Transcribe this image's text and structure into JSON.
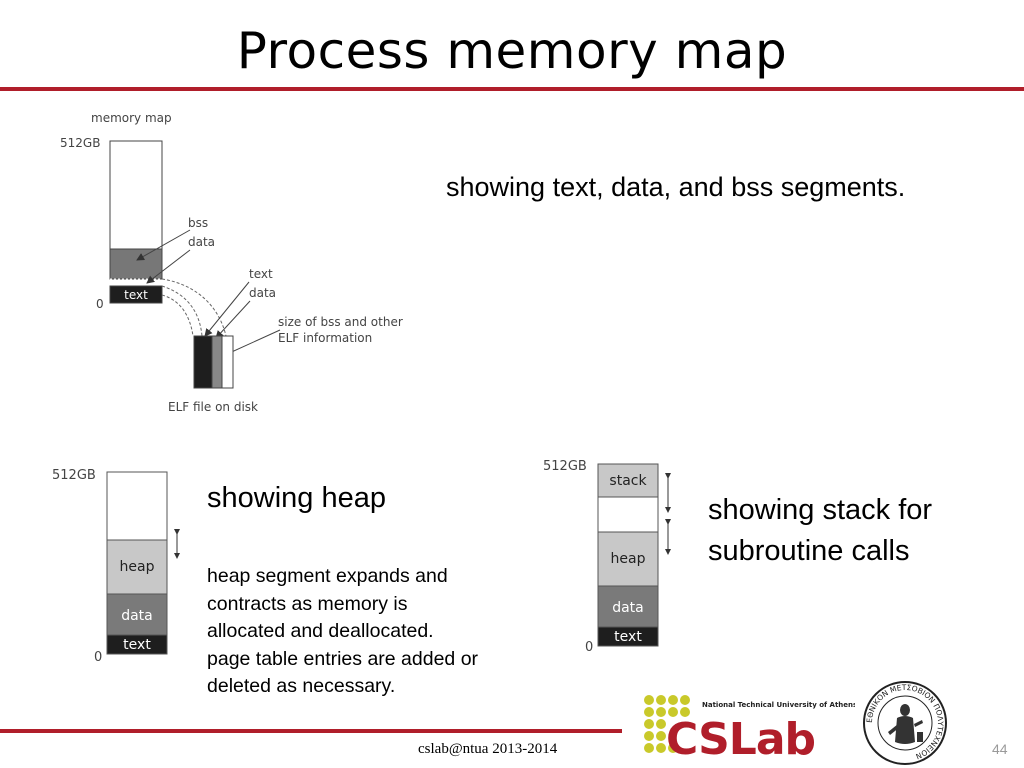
{
  "slide": {
    "title": "Process memory map",
    "footer": "cslab@ntua 2013-2014",
    "page_number": "44",
    "accent_color": "#b01e2a"
  },
  "fig1": {
    "caption_top": "memory map",
    "top_label": "512GB",
    "zero_label": "0",
    "text_segment": "text",
    "bss_label": "bss",
    "data_label": "data",
    "text_label": "text",
    "data_label2": "data",
    "elf_info_line1": "size of bss and other",
    "elf_info_line2": "ELF information",
    "elf_caption": "ELF file on disk"
  },
  "fig2": {
    "top_label": "512GB",
    "zero_label": "0",
    "heap": "heap",
    "data": "data",
    "text": "text"
  },
  "fig3": {
    "top_label": "512GB",
    "zero_label": "0",
    "stack": "stack",
    "heap": "heap",
    "data": "data",
    "text": "text"
  },
  "notes": {
    "segments": "showing text, data, and bss segments.",
    "heap_title": "showing heap",
    "heap_desc_1": "heap segment expands and",
    "heap_desc_2": "contracts as memory is",
    "heap_desc_3": "allocated and deallocated.",
    "heap_desc_4": "page table entries are added or",
    "heap_desc_5": "deleted as necessary.",
    "stack_title": "showing stack for subroutine calls"
  },
  "logo": {
    "wordmark": "CSLab",
    "institution": "National Technical University of Athens",
    "seal_text": "ΕΘΝΙΚΟΝ ΜΕΤΣΟΒΙΟΝ ΠΟΛΥΤΕΧΝΕΙΟΝ",
    "colors": {
      "wordmark": "#b01e2a",
      "dots": "#c9c92a"
    }
  }
}
